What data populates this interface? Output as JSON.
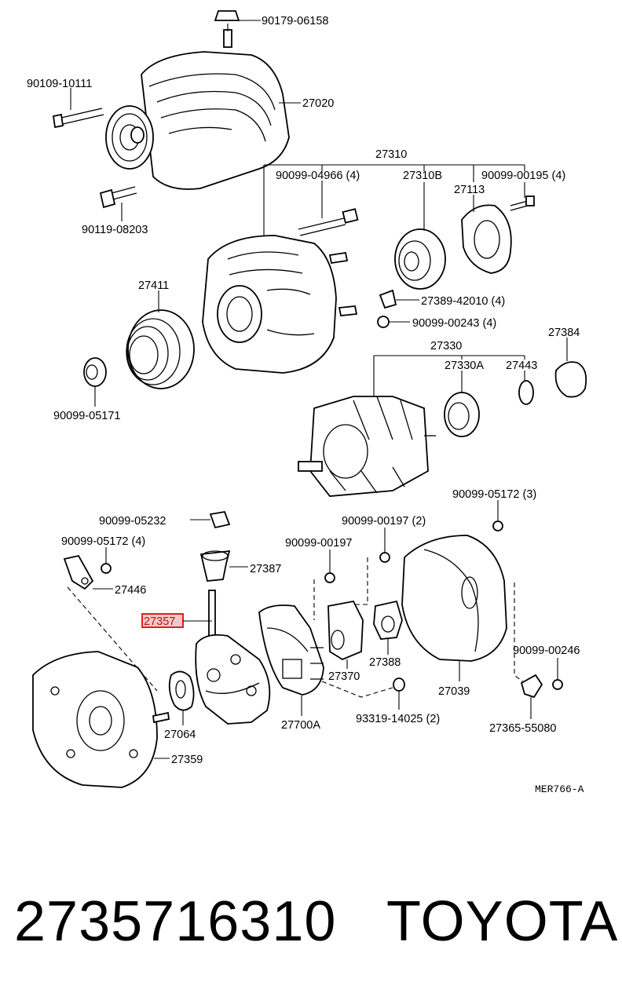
{
  "diagram": {
    "labels": {
      "l_90179_06158": "90179-06158",
      "l_90109_10111": "90109-10111",
      "l_27020": "27020",
      "l_90119_08203": "90119-08203",
      "l_27310": "27310",
      "l_90099_04966": "90099-04966 (4)",
      "l_27310b": "27310B",
      "l_90099_00195": "90099-00195 (4)",
      "l_27113": "27113",
      "l_27411": "27411",
      "l_27389_42010": "27389-42010 (4)",
      "l_90099_00243": "90099-00243 (4)",
      "l_27384": "27384",
      "l_27330": "27330",
      "l_27330a": "27330A",
      "l_27443": "27443",
      "l_90099_05171": "90099-05171",
      "l_90099_05172_3": "90099-05172 (3)",
      "l_90099_05232": "90099-05232",
      "l_90099_00197_2": "90099-00197 (2)",
      "l_90099_05172_4": "90099-05172 (4)",
      "l_90099_00197": "90099-00197",
      "l_27387": "27387",
      "l_27446": "27446",
      "l_27357": "27357",
      "l_27388": "27388",
      "l_27370": "27370",
      "l_27039": "27039",
      "l_90099_00246": "90099-00246",
      "l_27064": "27064",
      "l_27700a": "27700A",
      "l_93319_14025": "93319-14025 (2)",
      "l_27365_55080": "27365-55080",
      "l_27359": "27359",
      "l_mer766a": "MER766-A"
    }
  },
  "footer": {
    "part_number": "2735716310",
    "brand": "TOYOTA"
  },
  "colors": {
    "highlight_border": "#e02020",
    "highlight_fill": "#f2c9c9"
  }
}
